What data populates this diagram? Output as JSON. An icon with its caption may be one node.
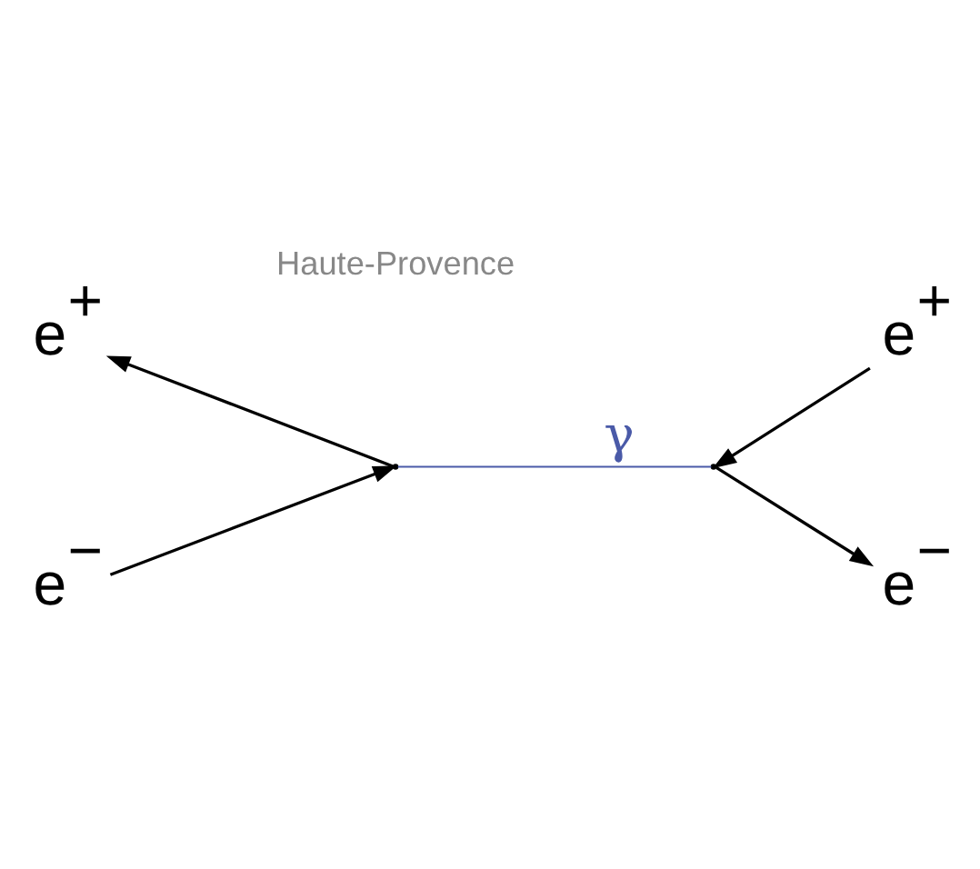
{
  "diagram": {
    "nodes": [
      {
        "text": [
          "e$^{+}$"
        ]
      },
      {
        "text": [
          "e$^{+}$"
        ]
      },
      {
        "text": [],
        "shape": "point"
      },
      {
        "text": [],
        "shape": "point"
      },
      {
        "text": [
          "e$^{−}$"
        ]
      },
      {
        "text": [
          "e$^{−}$"
        ]
      }
    ],
    "edges": [
      {
        "from": 4,
        "to": 2,
        "arrow": "to"
      },
      {
        "from": 2,
        "to": 0,
        "arrow": "to"
      },
      {
        "from": 2,
        "to": 3,
        "arrow": "none",
        "label": "γ",
        "color": "#4a5aa8"
      },
      {
        "from": 1,
        "to": 3,
        "arrow": "to"
      },
      {
        "from": 3,
        "to": 5,
        "arrow": "to"
      }
    ],
    "labels": [
      "Haute-Provence"
    ]
  }
}
